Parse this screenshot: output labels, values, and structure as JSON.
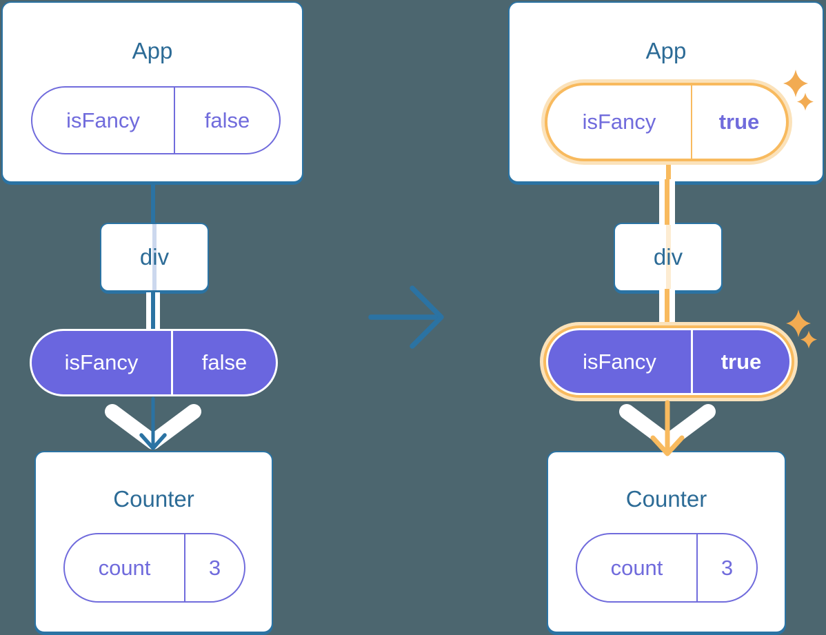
{
  "colors": {
    "bg": "#4c666f",
    "teal": "#2b73a3",
    "titleText": "#2c6b96",
    "purple": "#706bdc",
    "indigo": "#6a66df",
    "orange": "#f8ba5e",
    "paleOrange": "#fbe2ba",
    "palePeach": "#fdecd2",
    "paleBlue": "#ccd8ee",
    "sparkle": "#f2ab52"
  },
  "icons": {
    "sparkle": "four-point-star",
    "transition": "right-arrow",
    "pass_down": "big-chevron-down-arrow"
  },
  "left_tree": {
    "app_card": {
      "title": "App",
      "pill": {
        "key": "isFancy",
        "value": "false"
      }
    },
    "div_node": {
      "label": "div"
    },
    "passed_pill": {
      "key": "isFancy",
      "value": "false"
    },
    "counter_card": {
      "title": "Counter",
      "pill": {
        "key": "count",
        "value": "3"
      }
    }
  },
  "right_tree": {
    "app_card": {
      "title": "App",
      "pill": {
        "key": "isFancy",
        "value": "true"
      }
    },
    "div_node": {
      "label": "div"
    },
    "passed_pill": {
      "key": "isFancy",
      "value": "true"
    },
    "counter_card": {
      "title": "Counter",
      "pill": {
        "key": "count",
        "value": "3"
      }
    }
  }
}
